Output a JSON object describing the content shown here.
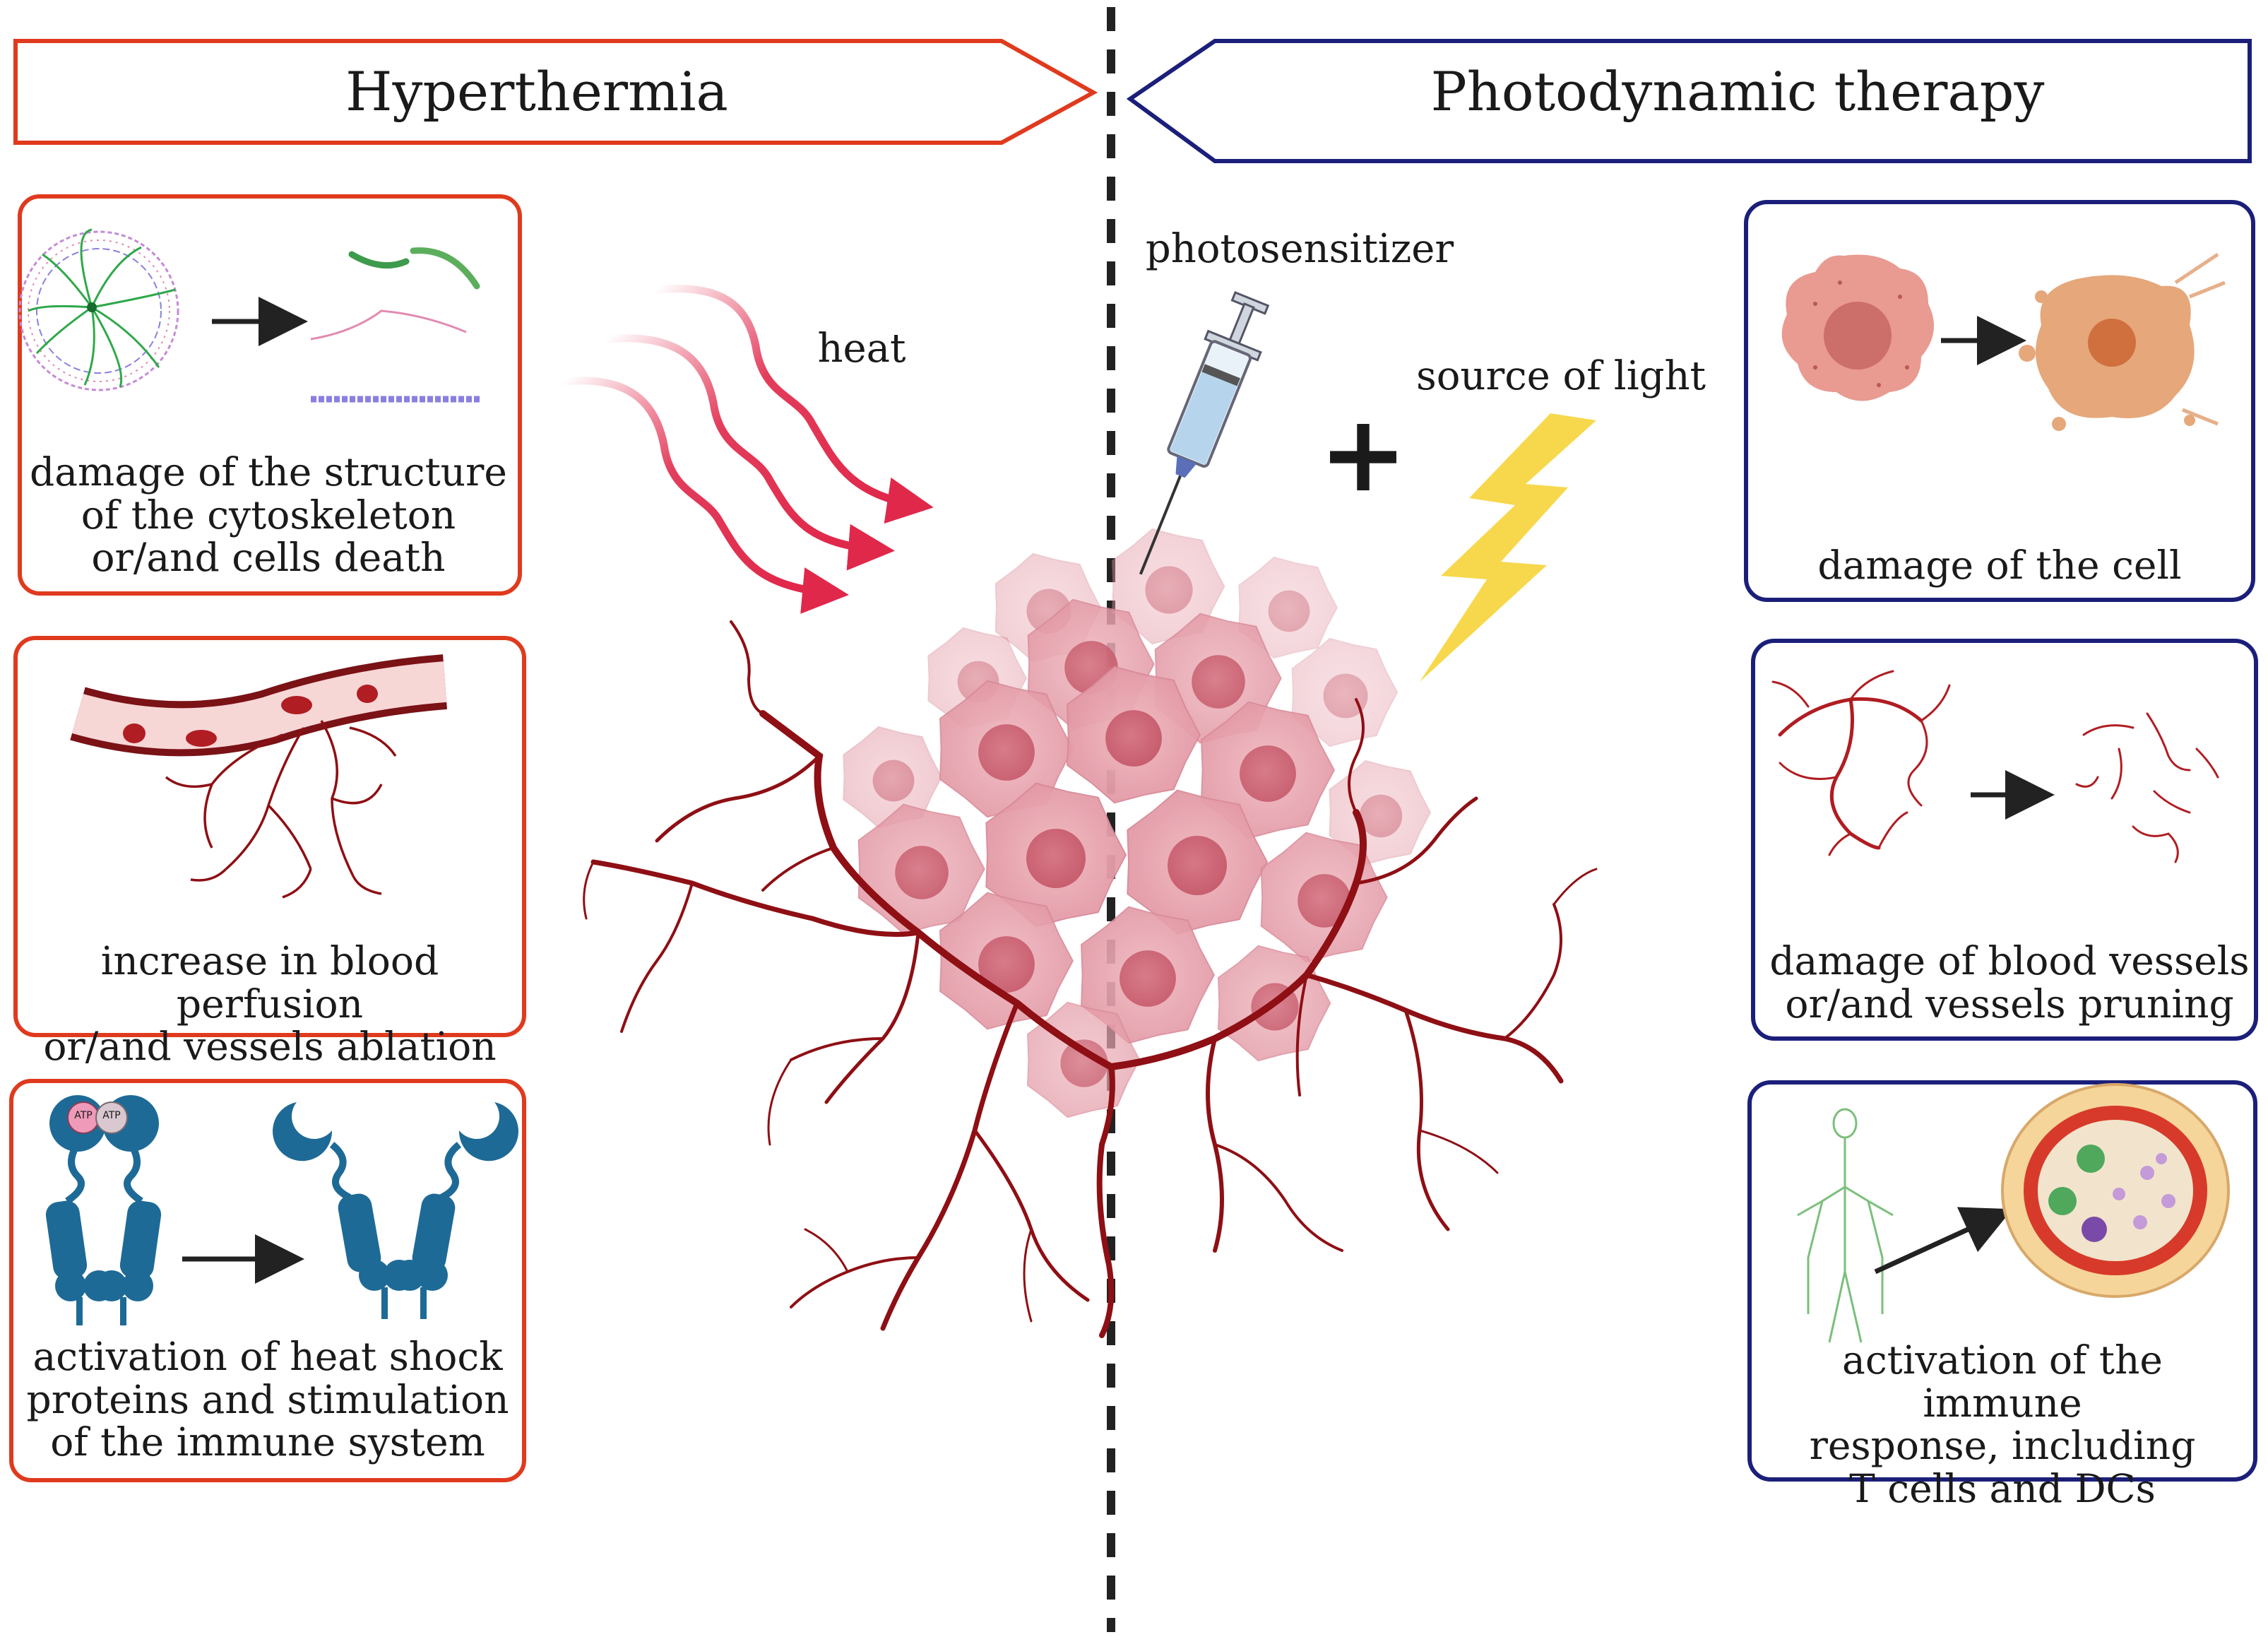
{
  "colors": {
    "hyperthermia_accent": "#e03a1e",
    "pdt_accent": "#1b1f7a",
    "heat_wave": "#e0284a",
    "vessel": "#8e0f14",
    "tumor": "#e8a0ac",
    "lightning": "#f7d84c",
    "protein": "#1e6a96"
  },
  "headers": {
    "hyperthermia": "Hyperthermia",
    "pdt": "Photodynamic therapy"
  },
  "center": {
    "heat_label": "heat",
    "photosensitizer_label": "photosensitizer",
    "light_label": "source of light",
    "plus_sign": "+"
  },
  "hyperthermia_boxes": [
    {
      "lines": [
        "damage of the structure",
        "of the cytoskeleton",
        "or/and cells death"
      ]
    },
    {
      "lines": [
        "increase in blood perfusion",
        "or/and vessels ablation"
      ]
    },
    {
      "lines": [
        "activation of heat shock",
        "proteins and stimulation",
        "of the immune system"
      ]
    }
  ],
  "pdt_boxes": [
    {
      "lines": [
        "damage of the cell"
      ]
    },
    {
      "lines": [
        "damage of blood vessels",
        "or/and vessels pruning"
      ]
    },
    {
      "lines": [
        "activation of the immune",
        "response, including",
        "T cells and DCs"
      ]
    }
  ],
  "atp_labels": [
    "ATP",
    "ATP"
  ],
  "icons": {
    "cytoskeleton": "cytoskeleton-cell-icon",
    "vessel": "blood-vessel-icon",
    "hsp": "heat-shock-protein-icon",
    "syringe": "syringe-icon",
    "lightning": "lightning-icon",
    "cell": "cancer-cell-icon",
    "tumor": "tumor-icon",
    "lymph": "lymphatic-system-icon"
  }
}
